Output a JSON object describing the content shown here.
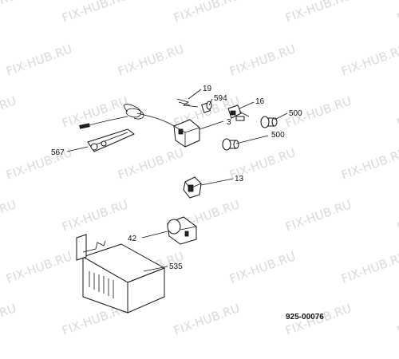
{
  "watermark": {
    "text": "FIX-HUB.RU"
  },
  "parts": [
    {
      "id": "p19",
      "label": "19"
    },
    {
      "id": "p594",
      "label": "594"
    },
    {
      "id": "p16",
      "label": "16"
    },
    {
      "id": "p3",
      "label": "3"
    },
    {
      "id": "p500a",
      "label": "500"
    },
    {
      "id": "p500b",
      "label": "500"
    },
    {
      "id": "p567",
      "label": "567"
    },
    {
      "id": "p13",
      "label": "13"
    },
    {
      "id": "p42",
      "label": "42"
    },
    {
      "id": "p535",
      "label": "535"
    }
  ],
  "diagram_code": "925-00076"
}
